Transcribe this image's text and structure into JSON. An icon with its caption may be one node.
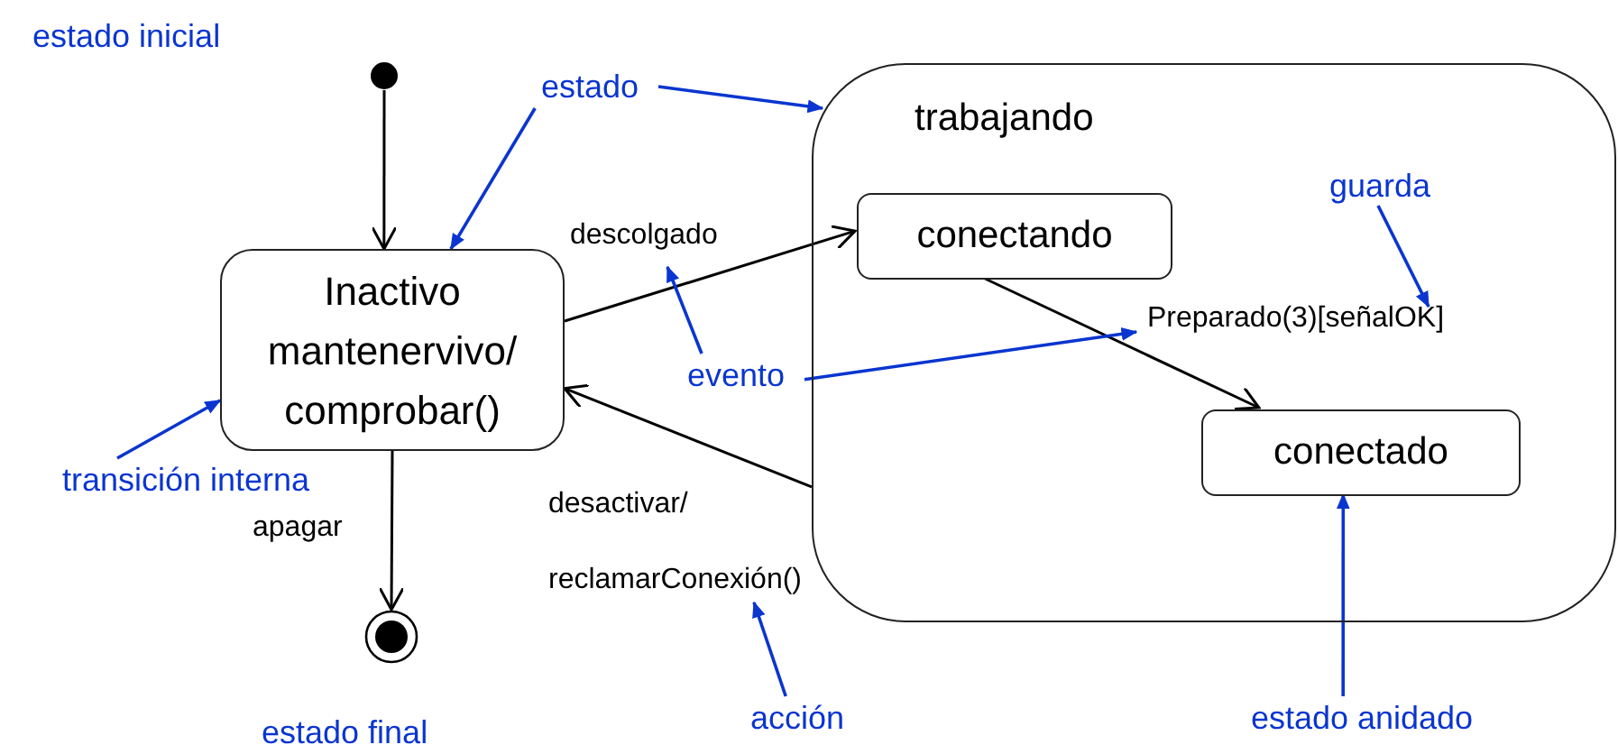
{
  "diagram": {
    "nodes": [
      {
        "text": [],
        "shape": "circle"
      },
      {
        "text": [
          "Inactivo",
          "mantenervivo/ comprobar()"
        ]
      },
      {
        "text": [
          "trabajando"
        ]
      },
      {
        "text": [
          "conectando"
        ],
        "in": 2
      },
      {
        "text": [
          "conectado"
        ],
        "in": 2
      },
      {
        "text": [],
        "shape": "circle"
      },
      {
        "text": [
          "estado"
        ]
      },
      {
        "text": [
          "guarda"
        ],
        "in": 2
      },
      {
        "text": [
          "evento"
        ]
      },
      {
        "text": [
          "transición interna"
        ]
      },
      {
        "text": [
          "acción"
        ]
      },
      {
        "text": [
          "estado anidado"
        ]
      }
    ],
    "edges": [
      {
        "from": 0,
        "to": 1,
        "arrow": "to",
        "color": "#000000"
      },
      {
        "from": 1,
        "to": 3,
        "arrow": "to",
        "label": "descolgado",
        "color": "#000000"
      },
      {
        "from": 3,
        "to": 4,
        "arrow": "to",
        "label": "Preparado(3)[señalOK]",
        "color": "#000000"
      },
      {
        "from": 2,
        "to": 1,
        "arrow": "to",
        "label": "desactivar/ reclamarConexión()",
        "color": "#000000"
      },
      {
        "from": 1,
        "to": 5,
        "arrow": "to",
        "label": "apagar",
        "color": "#000000"
      },
      {
        "from": 6,
        "to": 1,
        "arrow": "to"
      },
      {
        "from": 6,
        "to": 2,
        "arrow": "to"
      },
      {
        "from": 7,
        "to": null,
        "arrow": "to"
      },
      {
        "from": 8,
        "to": null,
        "arrow": "to"
      },
      {
        "from": 8,
        "to": null,
        "arrow": "to"
      },
      {
        "from": 9,
        "to": 1,
        "arrow": "to"
      },
      {
        "from": 10,
        "to": null,
        "arrow": "to"
      },
      {
        "from": 11,
        "to": 4,
        "arrow": "to"
      }
    ],
    "labels": [
      "estado inicial",
      "estado final"
    ]
  }
}
